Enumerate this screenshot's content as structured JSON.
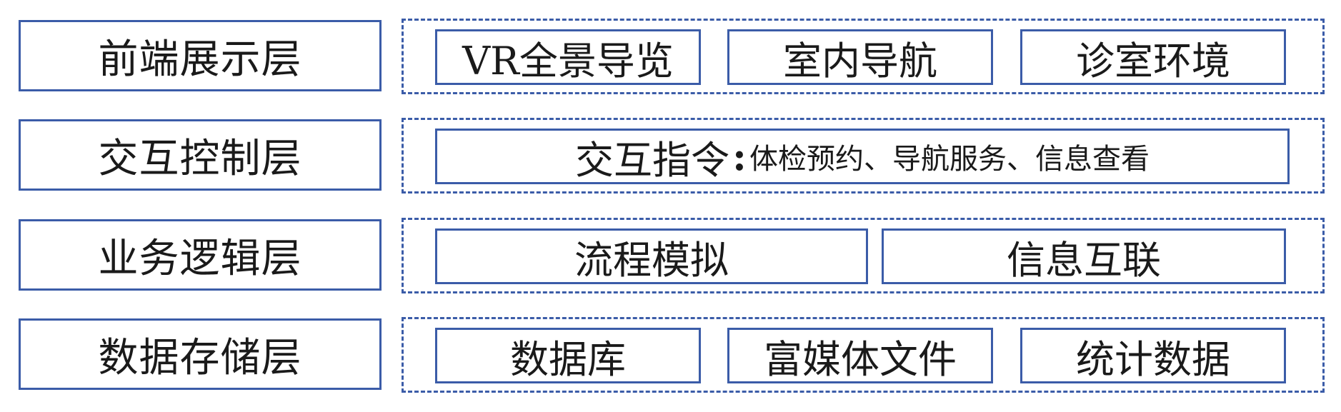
{
  "layers": [
    {
      "label": "前端展示层",
      "modules": [
        "VR全景导览",
        "室内导航",
        "诊室环境"
      ]
    },
    {
      "label": "交互控制层",
      "command": {
        "title": "交互指令",
        "separator": ":",
        "detail": "体检预约、导航服务、信息查看"
      }
    },
    {
      "label": "业务逻辑层",
      "modules": [
        "流程模拟",
        "信息互联"
      ]
    },
    {
      "label": "数据存储层",
      "modules": [
        "数据库",
        "富媒体文件",
        "统计数据"
      ]
    }
  ],
  "colors": {
    "border": "#3b5ca8",
    "text": "#1a1a1a",
    "background": "#ffffff"
  }
}
